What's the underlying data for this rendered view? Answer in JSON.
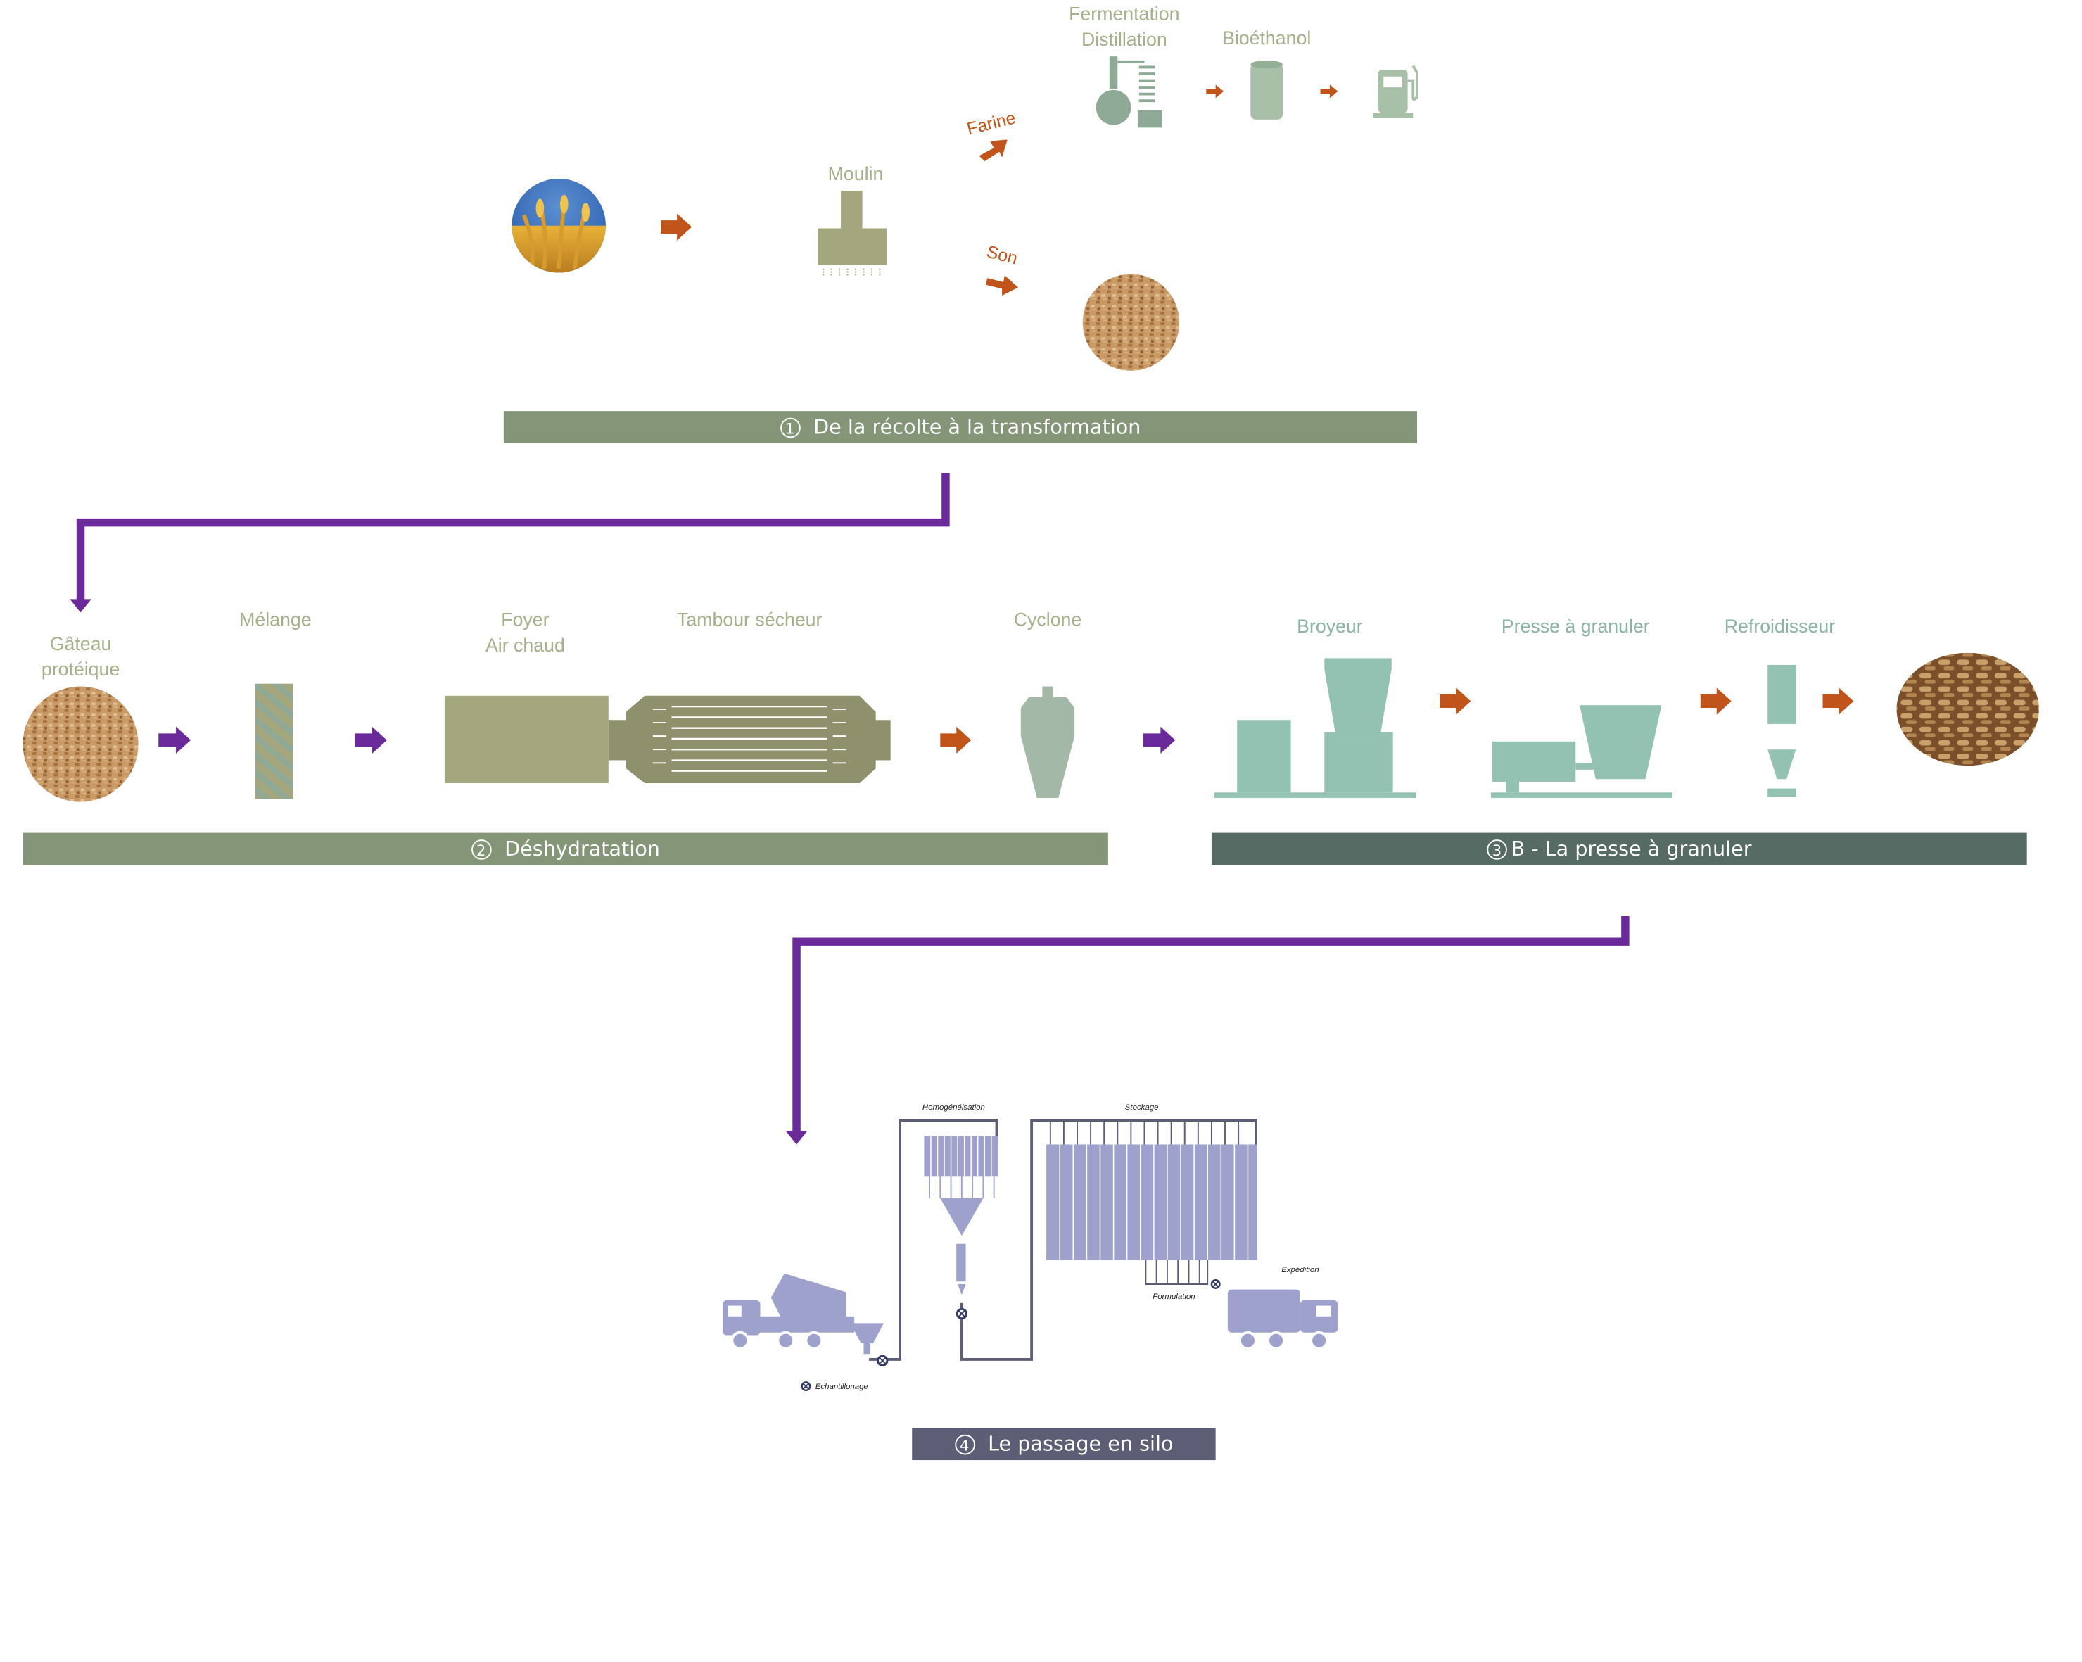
{
  "section1": {
    "label": "De la récolte à la transformation",
    "number": "①",
    "moulin": "Moulin",
    "farine": "Farine",
    "son": "Son",
    "fermentation_line1": "Fermentation",
    "fermentation_line2": "Distillation",
    "bioethanol": "Bioéthanol"
  },
  "section2": {
    "label": "Déshydratation",
    "number": "②",
    "gateau_line1": "Gâteau",
    "gateau_line2": "protéique",
    "melange": "Mélange",
    "foyer_line1": "Foyer",
    "foyer_line2": "Air chaud",
    "tambour": "Tambour sécheur",
    "cyclone": "Cyclone"
  },
  "section3": {
    "label": "B - La presse à granuler",
    "number": "③",
    "broyeur": "Broyeur",
    "presse": "Presse à granuler",
    "refroidisseur": "Refroidisseur"
  },
  "section4": {
    "label": "Le passage en silo",
    "number": "④",
    "homogeneisation": "Homogénéisation",
    "stockage": "Stockage",
    "expedition": "Expédition",
    "formulation": "Formulation",
    "echantillonage": "Echantillonage"
  },
  "colors": {
    "sage": "#849677",
    "dark_teal": "#566b64",
    "slate": "#5d5e75",
    "purple_connector": "#6a2a9a",
    "orange_arrow": "#c0541a",
    "teal_machine": "#93c2b2",
    "olive_machine": "#a4a67e",
    "lavender_machine": "#9ea1cc"
  },
  "icons": [
    "wheat-field-photo",
    "mill-icon",
    "still-icon",
    "tank-icon",
    "fuel-pump-icon",
    "bran-photo",
    "mixer-icon",
    "furnace-icon",
    "drum-dryer-icon",
    "cyclone-icon",
    "crusher-icon",
    "pellet-press-icon",
    "cooler-icon",
    "pellets-photo",
    "tipper-truck-icon",
    "hopper-icon",
    "silo-icon",
    "tanker-truck-icon",
    "valve-icon"
  ]
}
